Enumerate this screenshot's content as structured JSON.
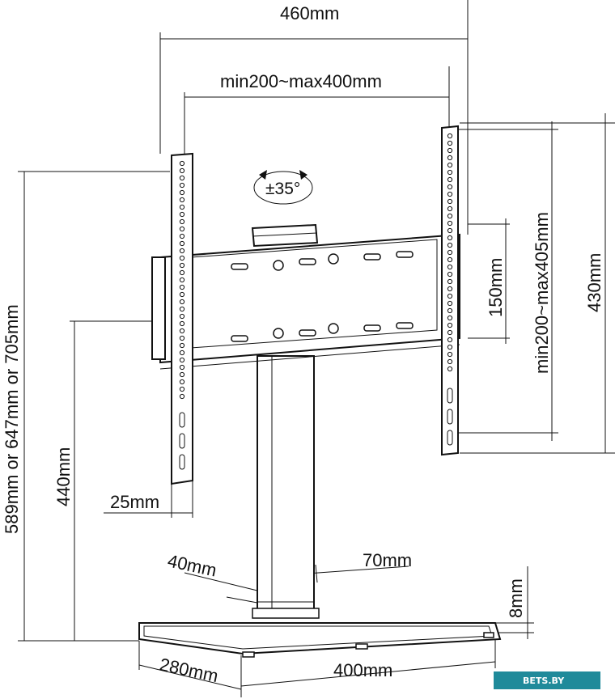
{
  "dimensions": {
    "total_width": "460mm",
    "vesa_width": "min200~max400mm",
    "rotation": "±35°",
    "total_height_options": "589mm or 647mm or 705mm",
    "pole_height": "440mm",
    "bracket_width": "25mm",
    "vesa_height": "min200~max405mm",
    "bracket_height": "430mm",
    "plate_height": "150mm",
    "pole_width_a": "40mm",
    "pole_width_b": "70mm",
    "base_thickness": "8mm",
    "base_depth": "280mm",
    "base_width": "400mm"
  },
  "watermark": {
    "text": "BETS.BY"
  },
  "colors": {
    "line": "#111111",
    "watermark_bg": "#1f8a9a"
  }
}
